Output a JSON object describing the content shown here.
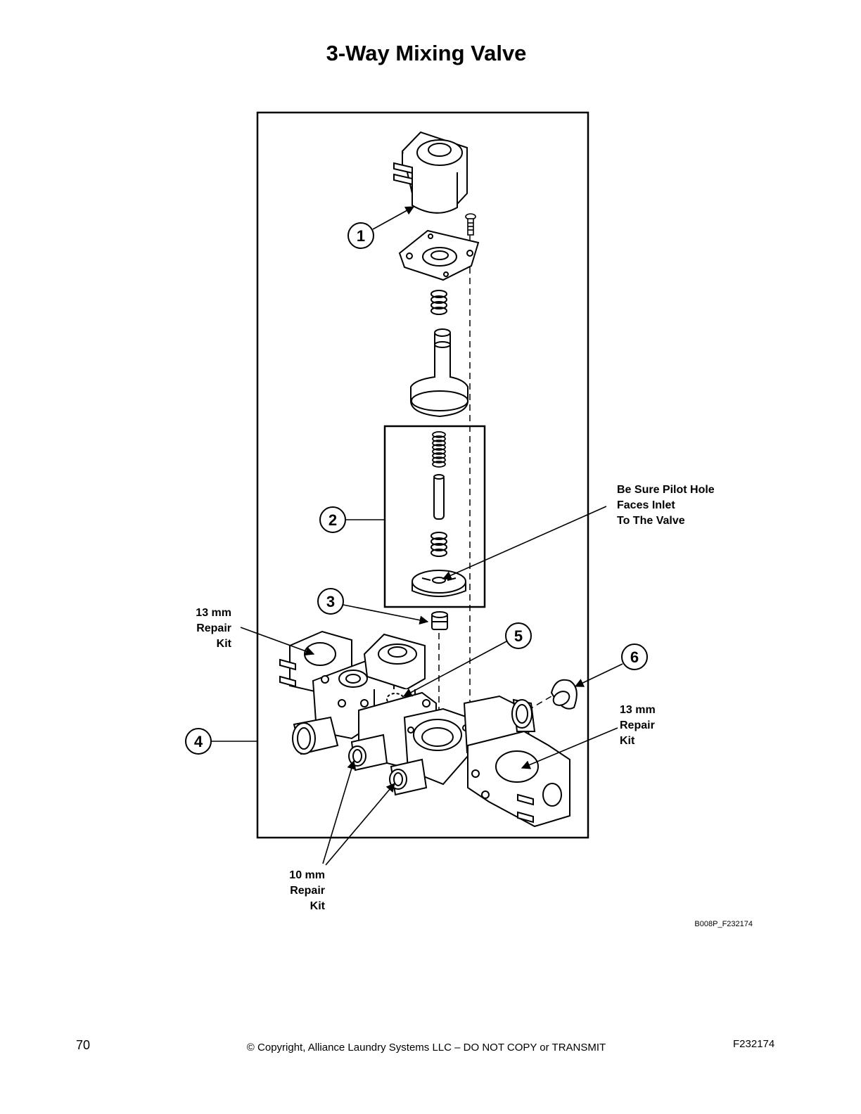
{
  "title": "3-Way Mixing Valve",
  "callouts": [
    "1",
    "2",
    "3",
    "4",
    "5",
    "6"
  ],
  "notes": {
    "pilot_hole": [
      "Be Sure Pilot Hole",
      "Faces Inlet",
      "To The Valve"
    ],
    "repair_13_left": [
      "13 mm",
      "Repair",
      "Kit"
    ],
    "repair_13_right": [
      "13 mm",
      "Repair",
      "Kit"
    ],
    "repair_10": [
      "10 mm",
      "Repair",
      "Kit"
    ]
  },
  "figure_id": "B008P_F232174",
  "footer": {
    "page_number": "70",
    "copyright": "© Copyright, Alliance Laundry Systems LLC – DO NOT COPY or TRANSMIT",
    "doc_number": "F232174"
  }
}
